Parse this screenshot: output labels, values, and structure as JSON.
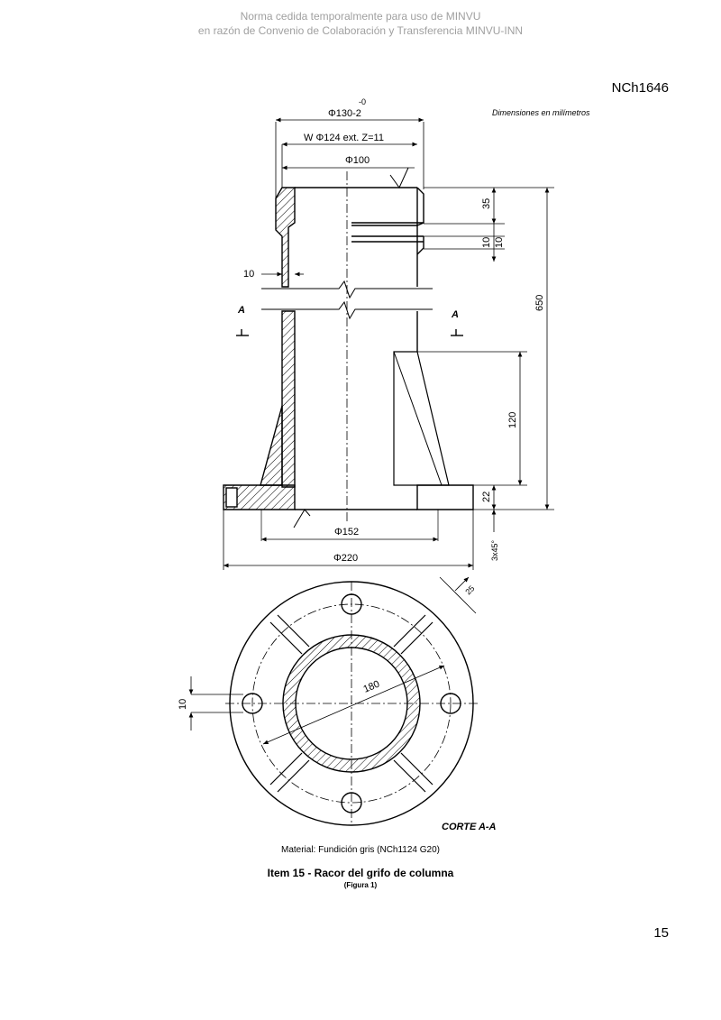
{
  "watermark": {
    "line1": "Norma cedida temporalmente para uso de MINVU",
    "line2": "en razón de Convenio de Colaboración y Transferencia MINVU-INN"
  },
  "doc_id": "NCh1646",
  "page_number": "15",
  "drawing": {
    "units_note": "Dimensiones en milímetros",
    "dims": {
      "d130_tol": "-0",
      "d130": "Φ130-2",
      "thread": "W Φ124 ext. Z=11",
      "d100": "Φ100",
      "wall": "10",
      "h35": "35",
      "h10": "10",
      "h10b": "10",
      "h650": "650",
      "h120": "120",
      "h22": "22",
      "d152": "Φ152",
      "d220": "Φ220",
      "chamfer": "3x45°",
      "rib": "25",
      "bolt_circle": "180",
      "hole": "10"
    },
    "section_mark": "A",
    "section_title": "CORTE A-A"
  },
  "caption": {
    "material": "Material: Fundición gris (NCh1124 G20)",
    "title": "Item 15 - Racor del grifo de columna",
    "figure": "(Figura 1)"
  }
}
